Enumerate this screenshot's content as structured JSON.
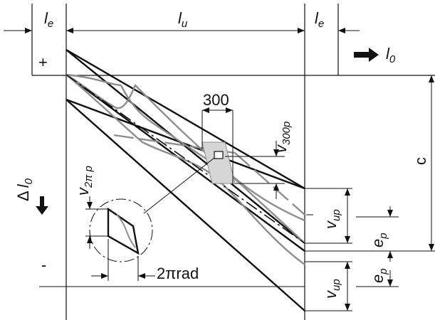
{
  "labels": {
    "le_left": "l",
    "le_left_sub": "e",
    "lu": "l",
    "lu_sub": "u",
    "le_right": "l",
    "le_right_sub": "e",
    "l0": "l",
    "l0_sub": "0",
    "plus": "+",
    "minus": "-",
    "delta_l0_delta": "Δ",
    "delta_l0_l": "l",
    "delta_l0_sub": "0",
    "c": "c",
    "dim_300": "300",
    "v300p_v": "v",
    "v300p_sub": "300p",
    "v2pip_v": "v",
    "v2pip_sub": "2π p",
    "two_pi_rad": "2πrad",
    "vup_upper_v": "v",
    "vup_upper_sub": "up",
    "vup_lower_v": "v",
    "vup_lower_sub": "up",
    "ep_upper_e": "e",
    "ep_upper_sub": "p",
    "ep_lower_e": "e",
    "ep_lower_sub": "p"
  },
  "colors": {
    "ink": "#111111",
    "gray": "#8e8e8e",
    "patch": "#d6d6d6"
  }
}
